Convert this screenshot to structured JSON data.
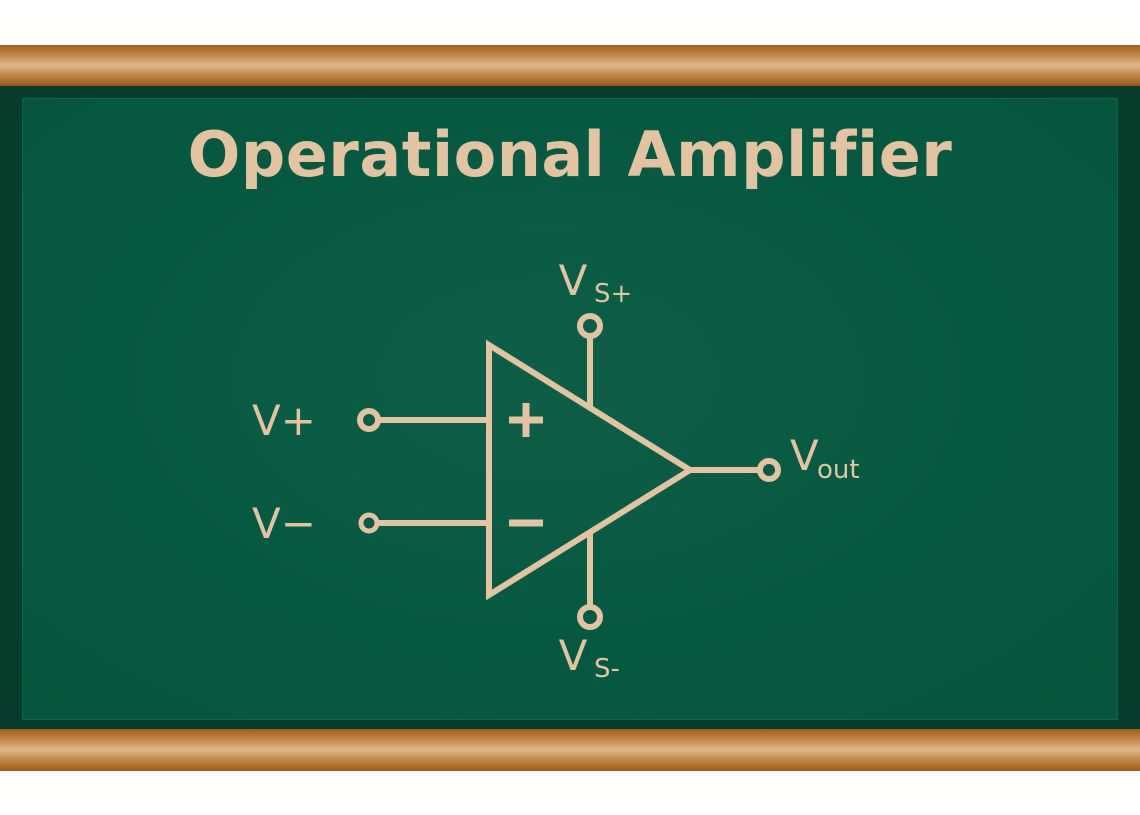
{
  "page": {
    "background_color": "#fffffd"
  },
  "frame": {
    "style": "wooden-rail",
    "color_dark": "#9c5a18",
    "color_light": "#dcb68b"
  },
  "board": {
    "border_color": "#063d2c",
    "surface_color": "#065941",
    "chalk_color": "#e3c3a0"
  },
  "title": "Operational Amplifier",
  "diagram": {
    "type": "operational-amplifier-schematic",
    "symbol": "triangle",
    "labels": {
      "input_noninverting": "V+",
      "input_inverting": "V−",
      "supply_positive_base": "V",
      "supply_positive_sub": "S+",
      "supply_negative_base": "V",
      "supply_negative_sub": "S-",
      "output_base": "V",
      "output_sub": "out"
    },
    "terminal_signs": {
      "noninverting": "+",
      "inverting": "−"
    },
    "pins": [
      {
        "name": "V+",
        "side": "left",
        "role": "non-inverting input"
      },
      {
        "name": "V−",
        "side": "left",
        "role": "inverting input"
      },
      {
        "name": "VS+",
        "side": "top",
        "role": "positive supply"
      },
      {
        "name": "VS-",
        "side": "bottom",
        "role": "negative supply"
      },
      {
        "name": "Vout",
        "side": "right",
        "role": "output"
      }
    ]
  }
}
